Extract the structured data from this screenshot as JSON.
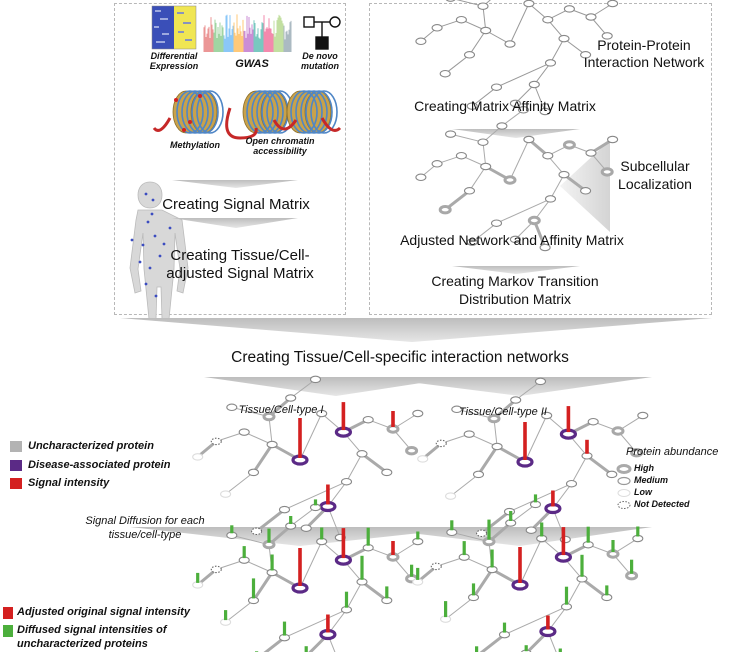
{
  "left_panel": {
    "differential_expression": "Differential Expression",
    "gwas": "GWAS",
    "de_novo": "De novo mutation",
    "methylation": "Methylation",
    "open_chromatin": "Open chromatin accessibility",
    "signal_matrix": "Creating Signal Matrix",
    "tissue_signal_matrix_1": "Creating Tissue/Cell-",
    "tissue_signal_matrix_2": "adjusted Signal Matrix"
  },
  "right_panel": {
    "ppi_1": "Protein-Protein",
    "ppi_2": "Interaction Network",
    "affinity": "Creating Matrix Affinity Matrix",
    "subcellular_1": "Subcellular",
    "subcellular_2": "Localization",
    "adjusted": "Adjusted Network and Affinity Matrix",
    "markov_1": "Creating Markov Transition",
    "markov_2": "Distribution Matrix"
  },
  "middle": {
    "tissue_networks": "Creating Tissue/Cell-specific interaction networks",
    "tissue_1": "Tissue/Cell-type I",
    "tissue_2": "Tissue/Cell-type II",
    "diffusion_1": "Signal Diffusion for each",
    "diffusion_2": "tissue/cell-type"
  },
  "legend_left": [
    {
      "label": "Uncharacterized protein",
      "color": "#b3b3b3"
    },
    {
      "label": "Disease-associated protein",
      "color": "#5b2a86"
    },
    {
      "label": "Signal intensity",
      "color": "#d42020"
    }
  ],
  "legend_abundance": {
    "title": "Protein abundance",
    "items": [
      "High",
      "Medium",
      "Low",
      "Not Detected"
    ]
  },
  "legend_bottom": [
    {
      "label": "Adjusted original signal intensity",
      "color": "#d42020"
    },
    {
      "label_1": "Diffused signal intensities of",
      "label_2": "uncharacterized proteins",
      "color": "#4caf3c"
    }
  ]
}
